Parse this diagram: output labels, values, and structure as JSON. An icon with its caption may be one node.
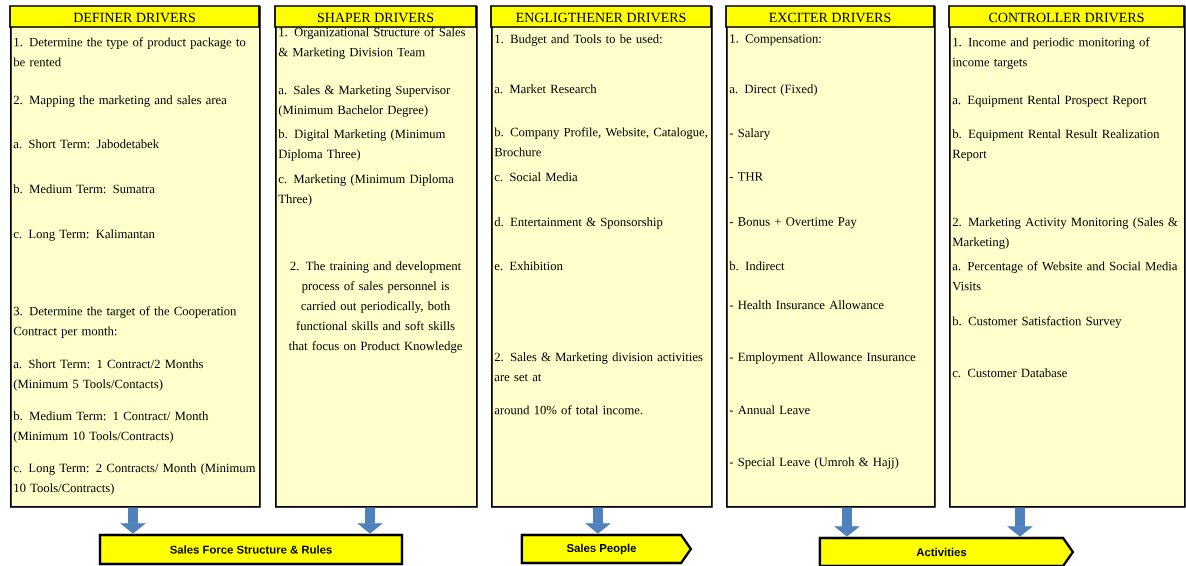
{
  "diagram": {
    "nodes": [
      {
        "text": [
          "DEFINER DRIVERS",
          "1. Determine the type of product package to be rented",
          "2. Mapping the marketing and sales area",
          "a. Short Term: Jabodetabek",
          "b. Medium Term: Sumatra",
          "c. Long Term: Kalimantan",
          "3. Determine the target of the Cooperation Contract per month:",
          "a. Short Term: 1 Contract/2 Months (Minimum 5 Tools/Contacts)",
          "b. Medium Term: 1 Contract/ Month (Minimum 10 Tools/Contracts)",
          "c. Long Term: 2 Contracts/ Month (Minimum 10 Tools/Contracts)"
        ]
      },
      {
        "text": [
          "SHAPER DRIVERS",
          "1. Organizational Structure of Sales & Marketing Division Team",
          "a. Sales & Marketing Supervisor (Minimum Bachelor Degree)",
          "b. Digital Marketing (Minimum Diploma Three)",
          "c. Marketing (Minimum Diploma Three)",
          "2. The training and development process of sales personnel is carried out periodically, both functional skills and soft skills that focus on Product Knowledge"
        ]
      },
      {
        "text": [
          "ENGLIGTHENER DRIVERS",
          "1. Budget and Tools to be used:",
          "a. Market Research",
          "b. Company Profile, Website, Catalogue, Brochure",
          "c. Social Media",
          "d. Entertainment & Sponsorship",
          "e. Exhibition",
          "2. Sales & Marketing division activities are set at",
          "around 10% of total income."
        ]
      },
      {
        "text": [
          "EXCITER DRIVERS",
          "1. Compensation:",
          "a. Direct (Fixed)",
          "- Salary",
          "- THR",
          "- Bonus + Overtime Pay",
          "b. Indirect",
          "- Health Insurance Allowance",
          "- Employment Allowance Insurance",
          "- Annual Leave",
          "- Special Leave (Umroh & Hajj)"
        ]
      },
      {
        "text": [
          "CONTROLLER DRIVERS",
          "1. Income and periodic monitoring of income targets",
          "a. Equipment Rental Prospect Report",
          "b. Equipment Rental Result Realization Report",
          "2. Marketing Activity Monitoring (Sales & Marketing)",
          "a. Percentage of Website and Social Media Visits",
          "b. Customer Satisfaction Survey",
          "c. Customer Database"
        ]
      },
      {
        "text": [
          "Sales Force Structure & Rules"
        ]
      },
      {
        "text": [
          "Sales People"
        ]
      },
      {
        "text": [
          "Activities"
        ]
      }
    ],
    "edges": [
      {
        "from": 0,
        "to": 5,
        "arrow": "to"
      },
      {
        "from": 1,
        "to": 5,
        "arrow": "to"
      },
      {
        "from": 2,
        "to": 6,
        "arrow": "to"
      },
      {
        "from": 3,
        "to": 7,
        "arrow": "to"
      },
      {
        "from": 4,
        "to": 7,
        "arrow": "to"
      }
    ]
  }
}
